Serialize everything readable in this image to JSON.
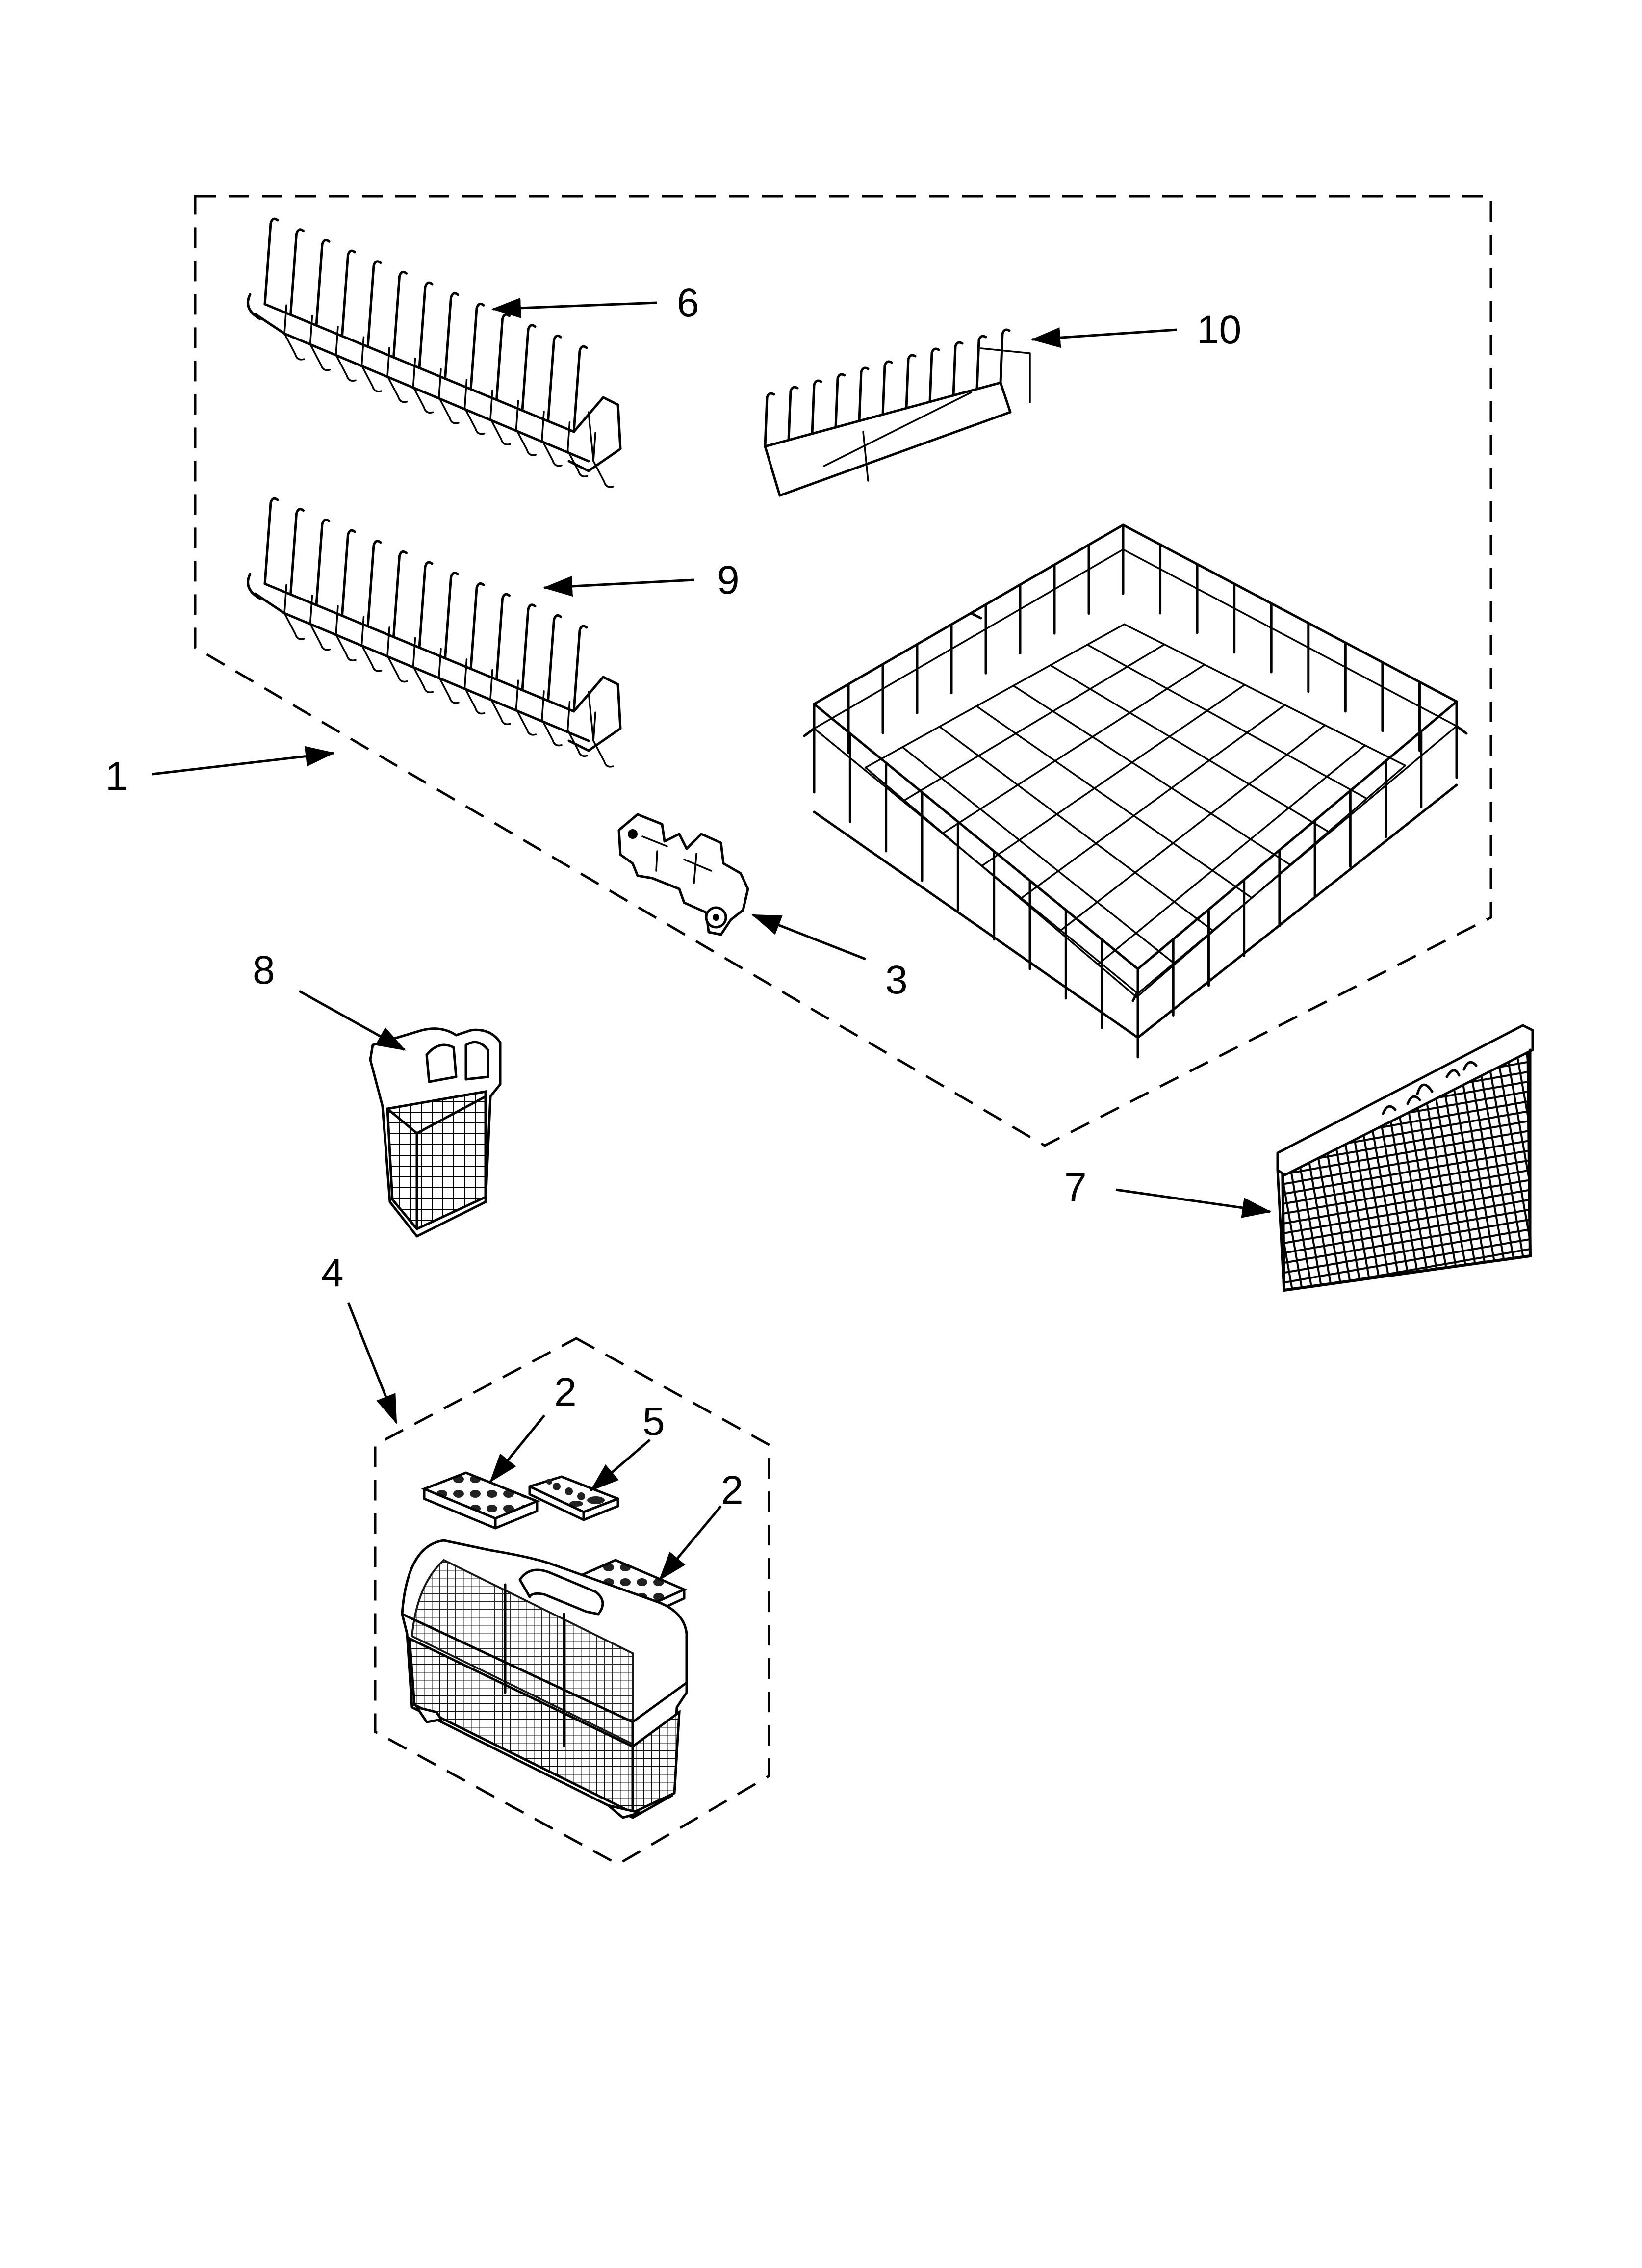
{
  "diagram": {
    "callouts": [
      {
        "id": "c1",
        "label": "1"
      },
      {
        "id": "c2a",
        "label": "2"
      },
      {
        "id": "c2b",
        "label": "2"
      },
      {
        "id": "c3",
        "label": "3"
      },
      {
        "id": "c4",
        "label": "4"
      },
      {
        "id": "c5",
        "label": "5"
      },
      {
        "id": "c6",
        "label": "6"
      },
      {
        "id": "c7",
        "label": "7"
      },
      {
        "id": "c8",
        "label": "8"
      },
      {
        "id": "c9",
        "label": "9"
      },
      {
        "id": "c10",
        "label": "10"
      }
    ],
    "parts": [
      {
        "id": "p1",
        "icon": "dishrack-assembly-boundary-icon"
      },
      {
        "id": "p2",
        "icon": "basket-cover-icon"
      },
      {
        "id": "p3",
        "icon": "rack-wheel-bracket-icon"
      },
      {
        "id": "p4",
        "icon": "silverware-basket-assembly-icon"
      },
      {
        "id": "p5",
        "icon": "small-cover-icon"
      },
      {
        "id": "p6",
        "icon": "fold-down-tine-row-icon"
      },
      {
        "id": "p7",
        "icon": "mesh-filter-screen-icon"
      },
      {
        "id": "p8",
        "icon": "small-utensil-basket-icon"
      },
      {
        "id": "p9",
        "icon": "fold-down-tine-row-icon"
      },
      {
        "id": "p10",
        "icon": "short-tine-row-icon"
      }
    ]
  }
}
